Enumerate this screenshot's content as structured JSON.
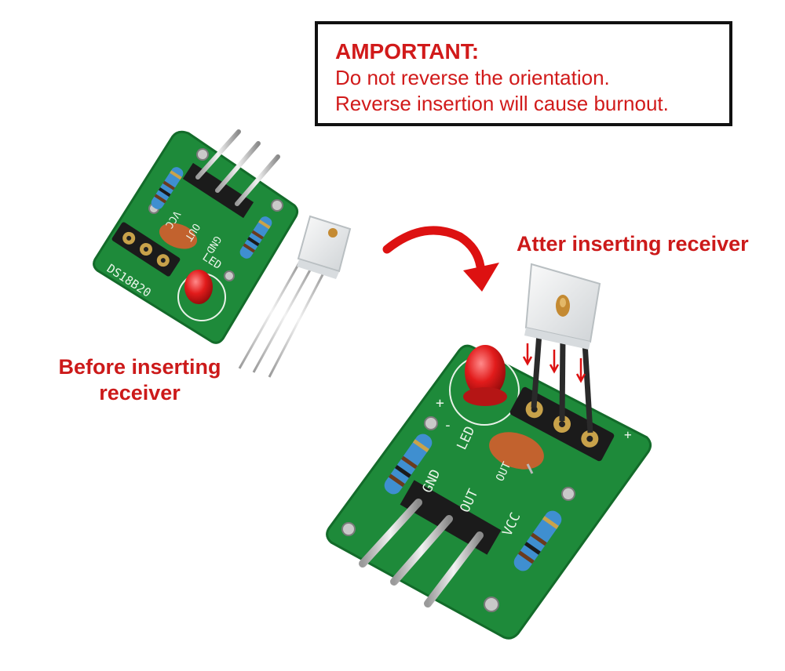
{
  "notice": {
    "title": "AMPORTANT:",
    "line1": "Do not reverse the orientation.",
    "line2": "Reverse insertion will cause burnout."
  },
  "captions": {
    "after": "Atter inserting receiver",
    "before_line1": "Before inserting",
    "before_line2": "receiver"
  },
  "board_labels": {
    "model": "DS18B20",
    "vcc": "VCC",
    "out": "OUT",
    "gnd": "GND",
    "led": "LED",
    "plus": "+",
    "minus": "-",
    "out_signal": "OUT",
    "plus_mark": "+"
  },
  "colors": {
    "pcb": "#1e8a3a",
    "accent_red": "#d11a1a",
    "resistor_blue": "#3f8fd0",
    "capacitor": "#c2622e"
  }
}
